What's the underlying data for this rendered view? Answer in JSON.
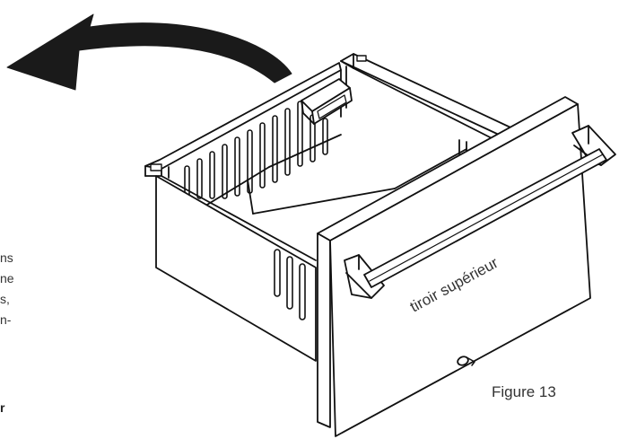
{
  "left_text_fragments": [
    "ns",
    "ne",
    "s,",
    "n-",
    "r"
  ],
  "drawer_label": "tiroir supérieur",
  "figure_caption": "Figure 13",
  "colors": {
    "line": "#111111",
    "text": "#333333",
    "background": "#ffffff"
  },
  "icons": {
    "rotation_arrow": "curved-arrow-left-icon"
  }
}
